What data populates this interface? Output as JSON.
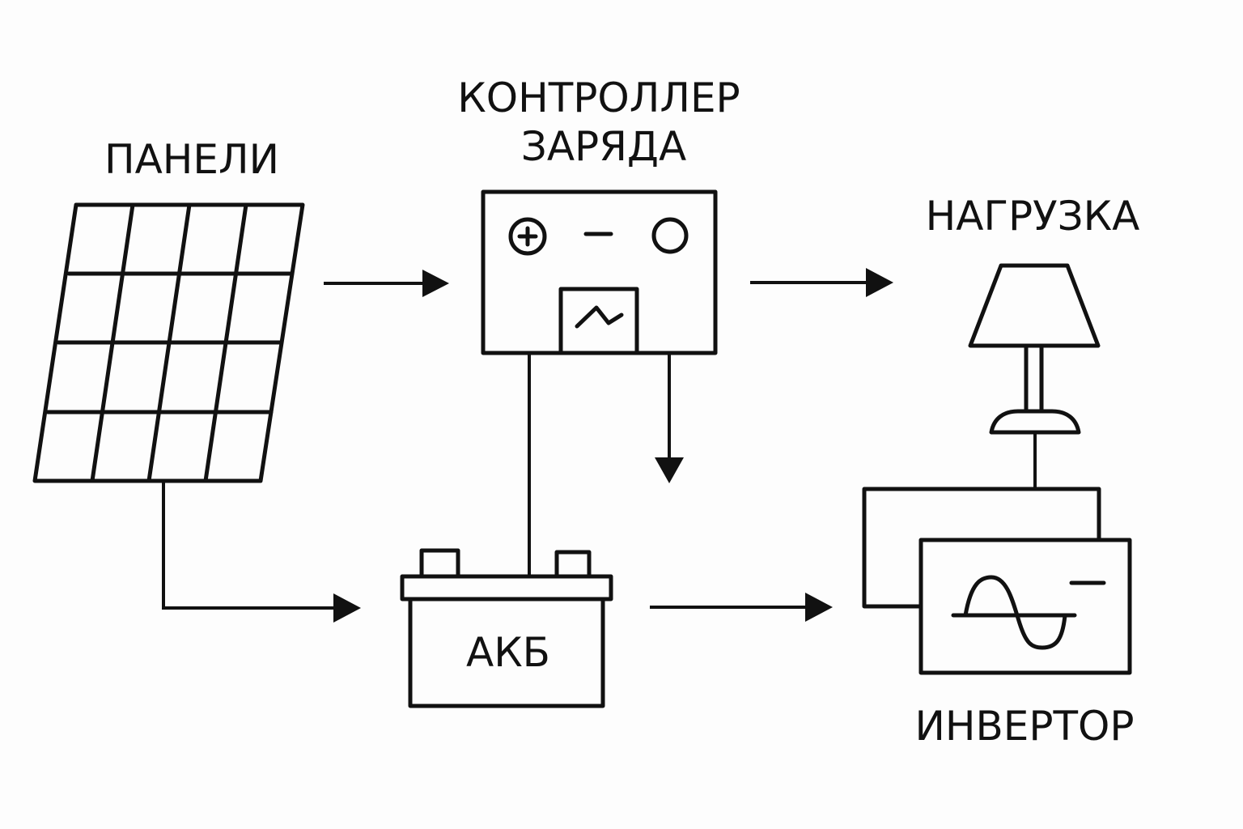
{
  "diagram": {
    "title": "Solar power system schematic",
    "colors": {
      "stroke": "#111111",
      "background": "#fdfdfd"
    },
    "nodes": {
      "panels": {
        "label": "ПАНЕЛИ",
        "icon": "solar-panel-icon",
        "grid": {
          "rows": 4,
          "cols": 4
        }
      },
      "controller": {
        "label_line1": "КОНТРОЛЛЕР",
        "label_line2": "ЗАРЯДА",
        "icon": "charge-controller-icon",
        "indicators": [
          "plus-terminal",
          "minus-terminal",
          "circle-indicator",
          "display-zigzag"
        ]
      },
      "load": {
        "label": "НАГРУЗКА",
        "icon": "lamp-icon"
      },
      "battery": {
        "label": "АКБ",
        "icon": "battery-icon"
      },
      "inverter": {
        "label": "ИНВЕРТОР",
        "icon": "inverter-icon",
        "symbol": "sine-wave"
      }
    },
    "edges": [
      {
        "from": "panels",
        "to": "controller",
        "type": "arrow"
      },
      {
        "from": "panels",
        "to": "battery",
        "type": "arrow"
      },
      {
        "from": "controller",
        "to": "load",
        "type": "arrow"
      },
      {
        "from": "controller",
        "to": "battery",
        "type": "line"
      },
      {
        "from": "controller",
        "to": "down",
        "type": "arrow"
      },
      {
        "from": "battery",
        "to": "inverter",
        "type": "arrow"
      },
      {
        "from": "inverter",
        "to": "load",
        "type": "line"
      }
    ]
  }
}
